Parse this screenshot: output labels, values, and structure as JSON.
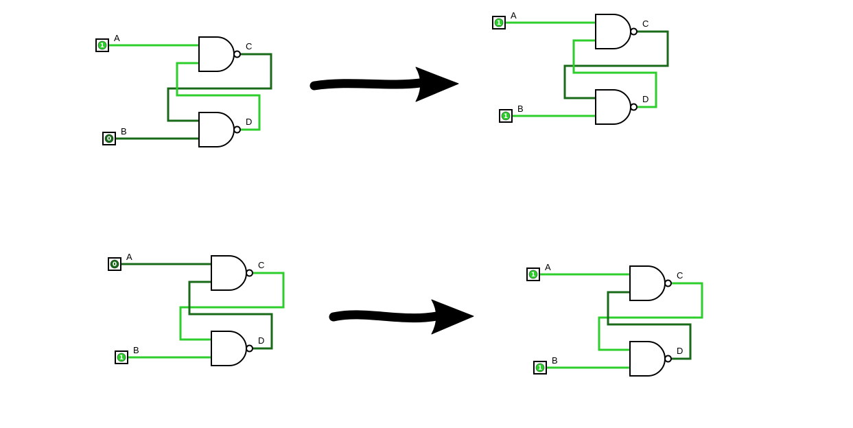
{
  "colors": {
    "on": "#2cce2c",
    "off": "#186918",
    "stroke": "#000000",
    "background": "#ffffff"
  },
  "circuits": [
    {
      "name": "top-left",
      "input_a": {
        "label": "A",
        "value": "1",
        "state": "on"
      },
      "input_b": {
        "label": "B",
        "value": "0",
        "state": "off"
      },
      "output_c": {
        "label": "C",
        "state": "off"
      },
      "output_d": {
        "label": "D",
        "state": "on"
      }
    },
    {
      "name": "top-right",
      "input_a": {
        "label": "A",
        "value": "1",
        "state": "on"
      },
      "input_b": {
        "label": "B",
        "value": "1",
        "state": "on"
      },
      "output_c": {
        "label": "C",
        "state": "off"
      },
      "output_d": {
        "label": "D",
        "state": "on"
      }
    },
    {
      "name": "bottom-left",
      "input_a": {
        "label": "A",
        "value": "0",
        "state": "off"
      },
      "input_b": {
        "label": "B",
        "value": "1",
        "state": "on"
      },
      "output_c": {
        "label": "C",
        "state": "on"
      },
      "output_d": {
        "label": "D",
        "state": "off"
      }
    },
    {
      "name": "bottom-right",
      "input_a": {
        "label": "A",
        "value": "1",
        "state": "on"
      },
      "input_b": {
        "label": "B",
        "value": "1",
        "state": "on"
      },
      "output_c": {
        "label": "C",
        "state": "on"
      },
      "output_d": {
        "label": "D",
        "state": "off"
      }
    }
  ],
  "arrows": [
    {
      "direction": "right"
    },
    {
      "direction": "right"
    }
  ]
}
